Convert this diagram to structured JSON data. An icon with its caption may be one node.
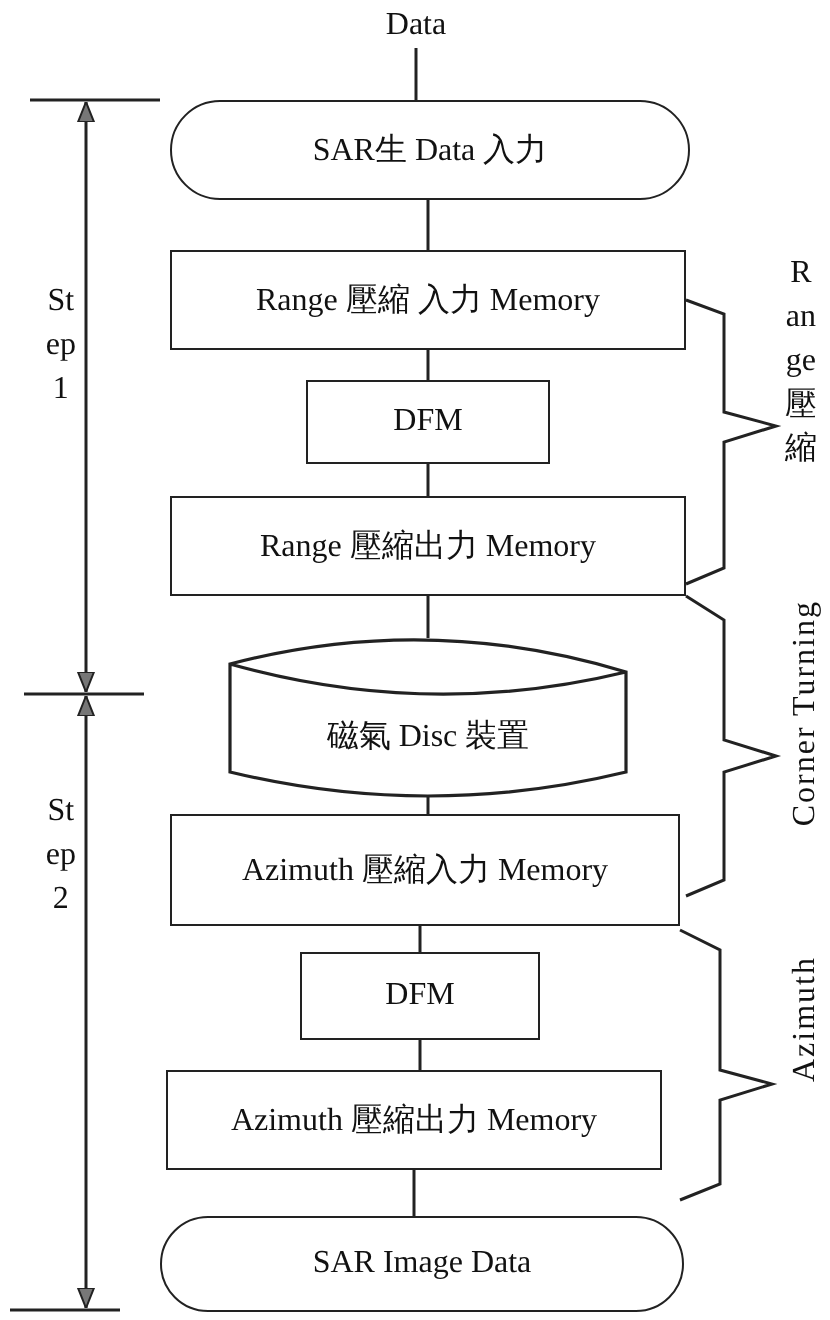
{
  "diagram": {
    "nodes": [
      {
        "text": [
          "Data"
        ]
      },
      {
        "text": [
          "SAR生 Data 入力"
        ]
      },
      {
        "text": [
          "Range 壓縮 入力 Memory"
        ]
      },
      {
        "text": [
          "DFM"
        ]
      },
      {
        "text": [
          "Range 壓縮出力 Memory"
        ]
      },
      {
        "text": [
          "磁氣 Disc 裝置"
        ]
      },
      {
        "text": [
          "Azimuth 壓縮入力 Memory"
        ]
      },
      {
        "text": [
          "DFM"
        ]
      },
      {
        "text": [
          "Azimuth 壓縮出力 Memory"
        ]
      },
      {
        "text": [
          "SAR Image Data"
        ]
      }
    ],
    "edges": [
      {
        "from": 0,
        "to": 1,
        "arrow": "none"
      },
      {
        "from": 1,
        "to": 2,
        "arrow": "none"
      },
      {
        "from": 2,
        "to": 3,
        "arrow": "none"
      },
      {
        "from": 3,
        "to": 4,
        "arrow": "none"
      },
      {
        "from": 4,
        "to": 5,
        "arrow": "none"
      },
      {
        "from": 5,
        "to": 6,
        "arrow": "none"
      },
      {
        "from": 6,
        "to": 7,
        "arrow": "none"
      },
      {
        "from": 7,
        "to": 8,
        "arrow": "none"
      },
      {
        "from": 8,
        "to": 9,
        "arrow": "none"
      }
    ],
    "labels": [
      "Step 1",
      "Step 2",
      "Range 壓縮",
      "Corner Turning",
      "Azimuth"
    ]
  }
}
